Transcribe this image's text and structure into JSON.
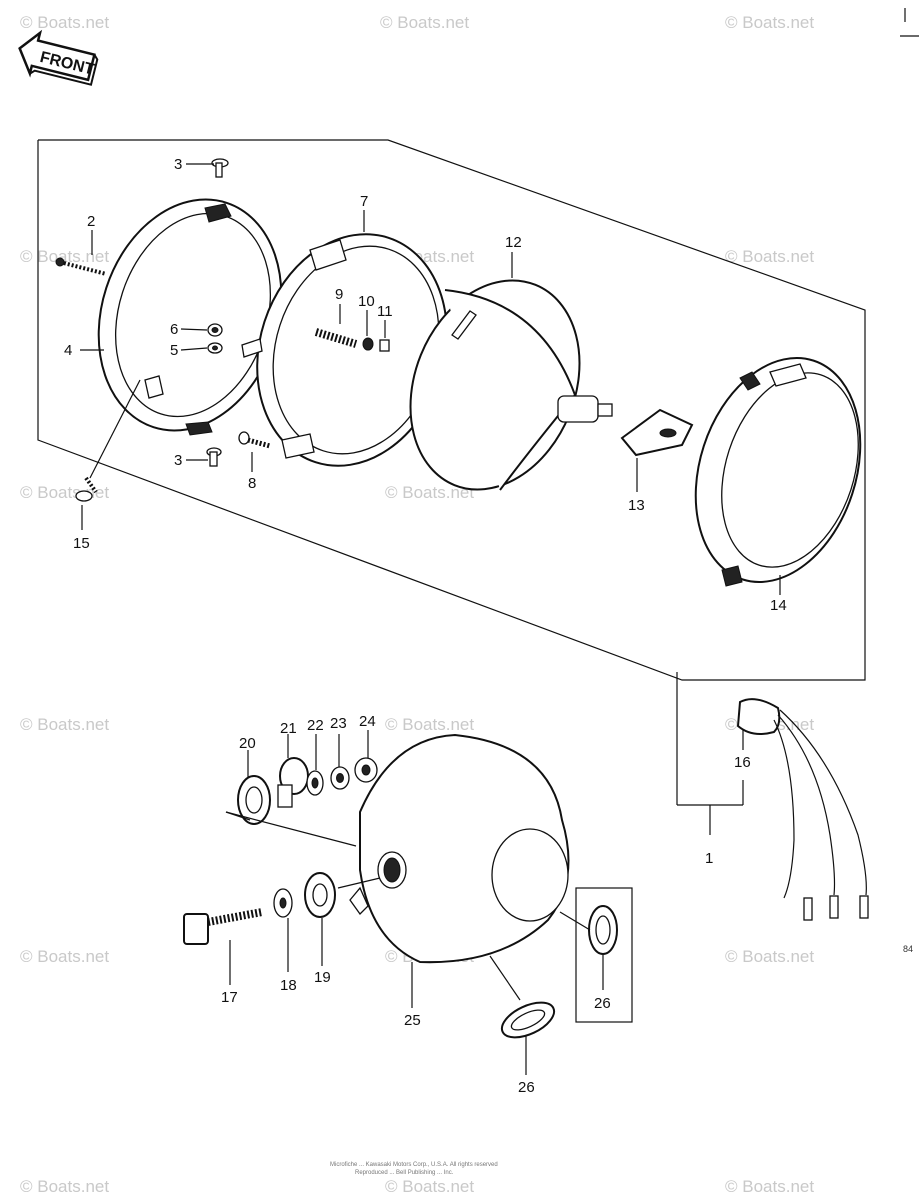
{
  "front_label": "FRONT",
  "watermark": "© Boats.net",
  "page_code": "84",
  "footer_line1": "Microfiche ... Kawasaki Motors Corp., U.S.A. All rights reserved",
  "footer_line2": "Reproduced ... Bell Publishing ... Inc.",
  "callouts": {
    "p1": "1",
    "p2": "2",
    "p3a": "3",
    "p3b": "3",
    "p4": "4",
    "p5": "5",
    "p6": "6",
    "p7": "7",
    "p8": "8",
    "p9": "9",
    "p10": "10",
    "p11": "11",
    "p12": "12",
    "p13": "13",
    "p14": "14",
    "p15": "15",
    "p16": "16",
    "p17": "17",
    "p18": "18",
    "p19": "19",
    "p20": "20",
    "p21": "21",
    "p22": "22",
    "p23": "23",
    "p24": "24",
    "p25": "25",
    "p26a": "26",
    "p26b": "26"
  }
}
